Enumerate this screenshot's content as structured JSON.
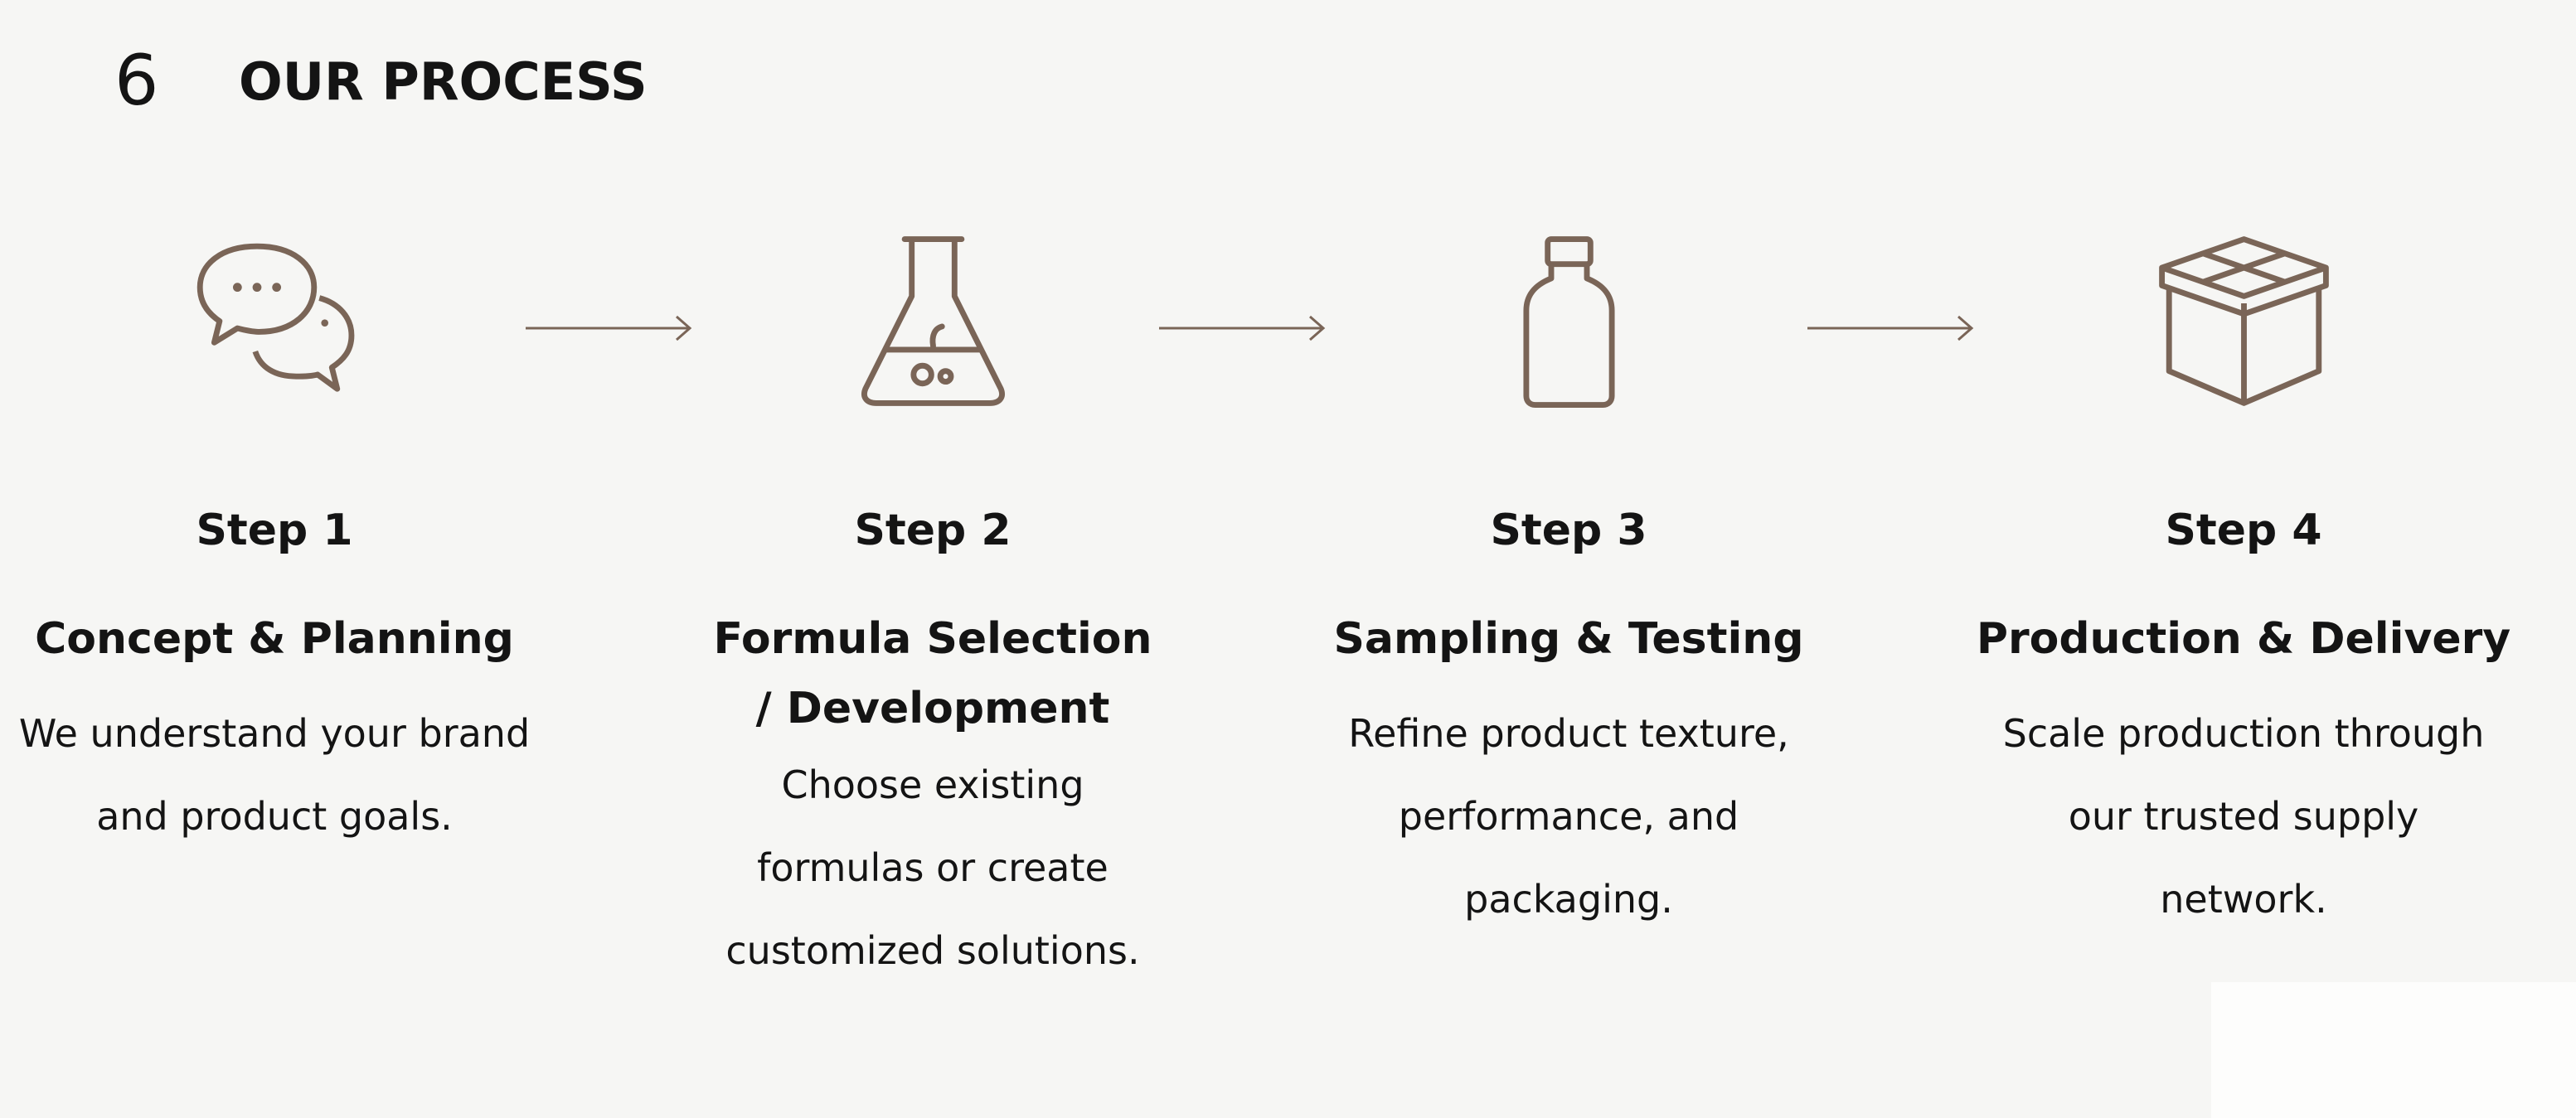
{
  "section": {
    "number": "6",
    "title": "OUR PROCESS"
  },
  "colors": {
    "icon": "#7a6557",
    "text": "#141414",
    "background": "#f6f6f4"
  },
  "steps": [
    {
      "label": "Step 1",
      "title": "Concept & Planning",
      "description": "We understand your brand and product goals.",
      "icon": "chat-bubbles-icon"
    },
    {
      "label": "Step 2",
      "title": "Formula Selection / Development",
      "description": "Choose existing formulas or create customized solutions.",
      "icon": "flask-icon"
    },
    {
      "label": "Step 3",
      "title": "Sampling & Testing",
      "description": "Refine product texture, performance, and packaging.",
      "icon": "bottle-icon"
    },
    {
      "label": "Step 4",
      "title": "Production & Delivery",
      "description": "Scale production through our trusted supply network.",
      "icon": "box-icon"
    }
  ]
}
